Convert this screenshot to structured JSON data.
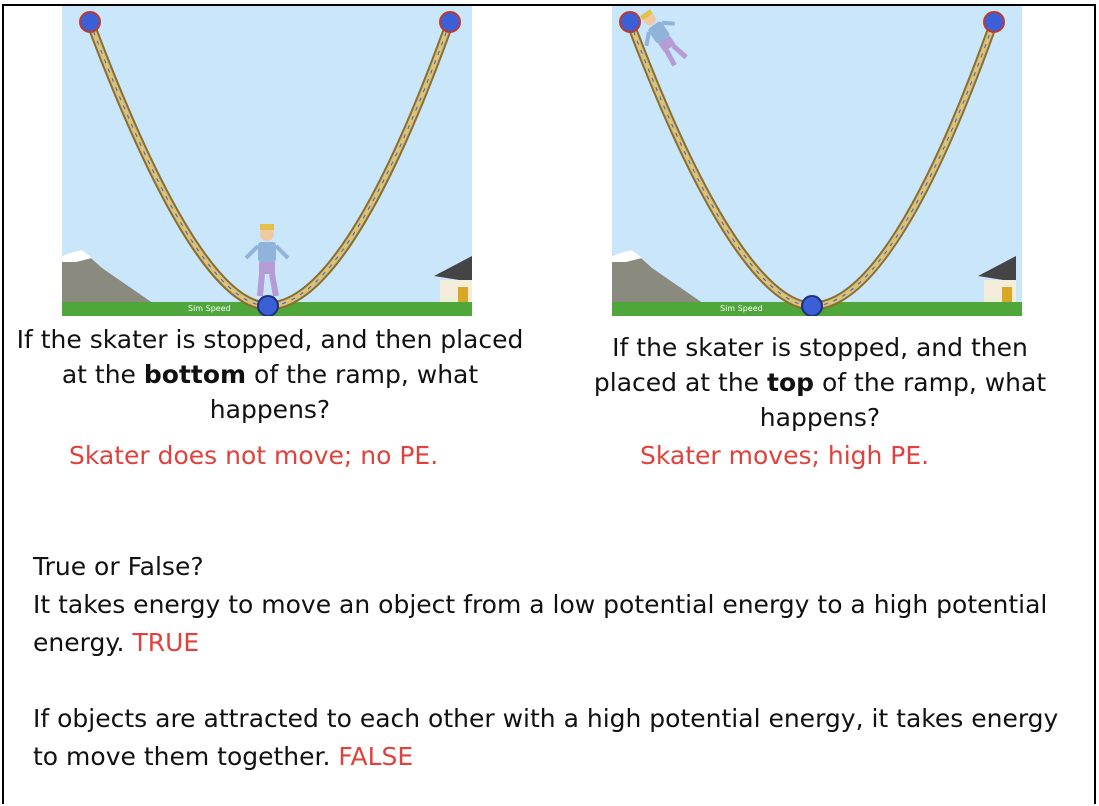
{
  "left_panel": {
    "sim_label": "Sim Speed",
    "question": {
      "before": "If the skater is stopped, and then placed at the ",
      "emphasis": "bottom",
      "after": " of the ramp, what happens?"
    },
    "answer": "Skater does not move; no PE."
  },
  "right_panel": {
    "sim_label": "Sim Speed",
    "question": {
      "before": "If the skater is stopped, and then placed at the ",
      "emphasis": "top",
      "after": " of the ramp, what happens?"
    },
    "answer": "Skater moves; high PE."
  },
  "true_false": {
    "heading": "True or False?",
    "q1_text": "It takes energy to move an object from a low potential energy to a high potential energy.  ",
    "q1_answer": "TRUE",
    "q2_text": "If objects are attracted to each other with a high potential energy, it takes energy to move them together. ",
    "q2_answer": "FALSE"
  },
  "colors": {
    "sky": "#c9e6fb",
    "grass": "#4fa63a",
    "track": "#b99a54",
    "answer_red": "#e0413d",
    "node_blue": "#3a5fd6"
  }
}
